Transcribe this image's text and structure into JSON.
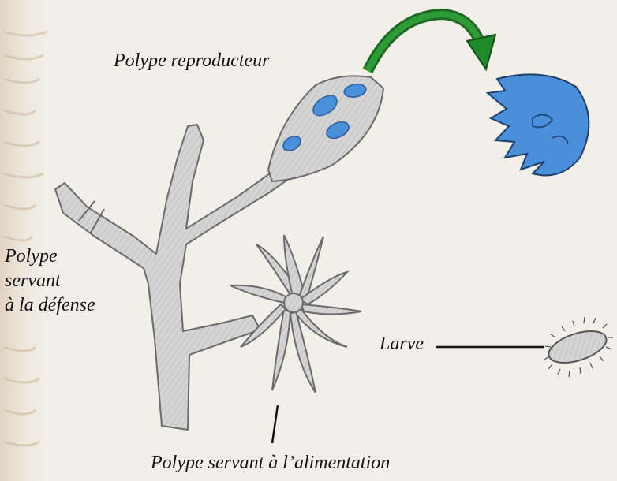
{
  "labels": {
    "reproducteur": "Polype reproducteur",
    "defense_line1": "Polype",
    "defense_line2": "servant",
    "defense_line3": "à la défense",
    "larve": "Larve",
    "alimentation": "Polype servant à l’alimentation"
  },
  "colors": {
    "background": "#f2efe8",
    "stem": "#c9c9c9",
    "stem_outline": "#6a6a6a",
    "blue": "#4a8fd9",
    "arrow": "#1f8a2a",
    "line": "#111111"
  }
}
